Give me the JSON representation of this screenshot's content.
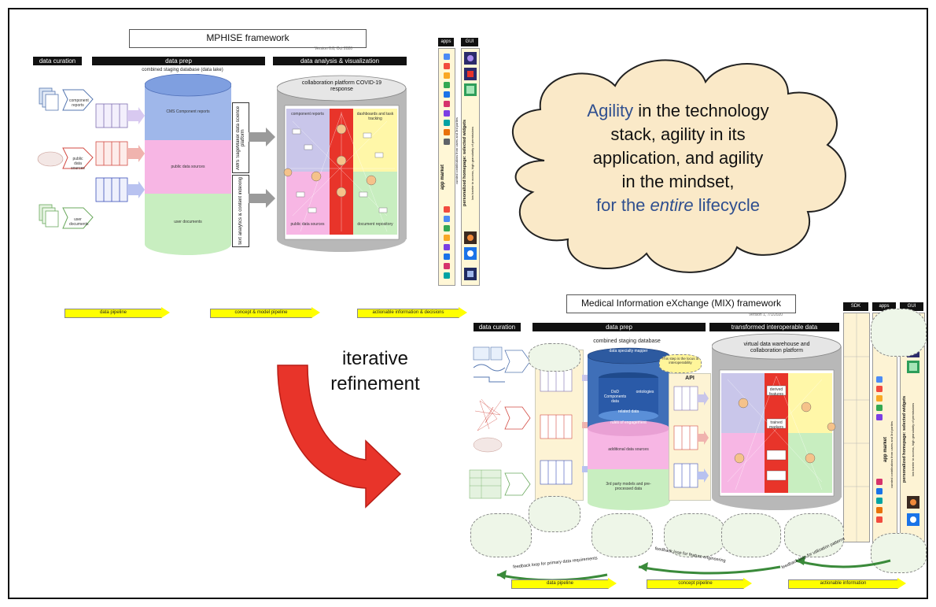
{
  "top": {
    "title": "MPHISE framework",
    "version": "Version 0.8, Oct 2020",
    "headers": {
      "curation": "data curation",
      "prep": "data prep",
      "analysis": "data analysis & visualization",
      "apps": "apps",
      "gui": "GUI"
    },
    "staging": "combined staging database (data lake)",
    "sources": [
      "component reports",
      "public data sources",
      "user documents"
    ],
    "cylinder_labels": [
      "CMS Component reports",
      "public data sources",
      "user documents"
    ],
    "platform_vertical": [
      "AWS SageMaker data science platform",
      "text analytics & content indexing"
    ],
    "collab_title": "collaboration platform COVID-19 response",
    "collab_sub": [
      "component reports",
      "dashboards and task tracking",
      "public data sources",
      "document repository"
    ],
    "appmarket": "app market",
    "appmarket_sub": "curated contributions from users and 3rd parties",
    "homepage": "personalized homepage: selected widgets",
    "homepage_sub": "low barrier to access, high granularity of permissions",
    "pipelines": [
      "data pipeline",
      "concept & model pipeline",
      "actionable information & decisions"
    ]
  },
  "cloud": {
    "highlight1": "Agility",
    "line1": " in the technology",
    "line2": "stack, agility in its",
    "line3": "application, and agility",
    "line4": "in the mindset,",
    "line5a": "for the ",
    "line5b": "entire",
    "line5c": " lifecycle"
  },
  "middle": {
    "line1": "iterative",
    "line2": "refinement"
  },
  "bottom": {
    "title": "Medical Information eXchange (MIX) framework",
    "version": "Version 1, 7/1/2020",
    "headers": {
      "curation": "data curation",
      "prep": "data prep",
      "transformed": "transformed interoperable data",
      "sdk": "SDK",
      "apps": "apps",
      "gui": "GUI"
    },
    "staging": "combined staging database",
    "api": "API",
    "api_note": "This step is the locus of interoperability",
    "cyl_labels": [
      "data specialty mapper",
      "DoD Components data",
      "ontologies",
      "related data",
      "rules of engagement",
      "additional data sources",
      "3rd party models and pre-processed data"
    ],
    "warehouse_title": "virtual data warehouse and collaboration platform",
    "warehouse_labels": [
      "derived features",
      "trained markers"
    ],
    "appmarket": "app market",
    "appmarket_sub": "curated contributions from users and 3rd parties",
    "homepage": "personalized homepage: selected widgets",
    "homepage_sub": "low barrier to access, high granularity of permissions",
    "feedback": [
      "feedback loop for primary data requirements",
      "feedback loop for feature engineering",
      "feedback loop for utilization patterns"
    ],
    "pipelines": [
      "data pipeline",
      "concept pipeline",
      "actionable information"
    ]
  },
  "colors": {
    "yellow": "#ffff00",
    "cloud": "#fae9c8",
    "blue_text": "#2f4f8f",
    "red_arrow": "#e8342a",
    "lavender": "#c9c6ea",
    "pink": "#f7b6e4",
    "green": "#c8eec0"
  }
}
